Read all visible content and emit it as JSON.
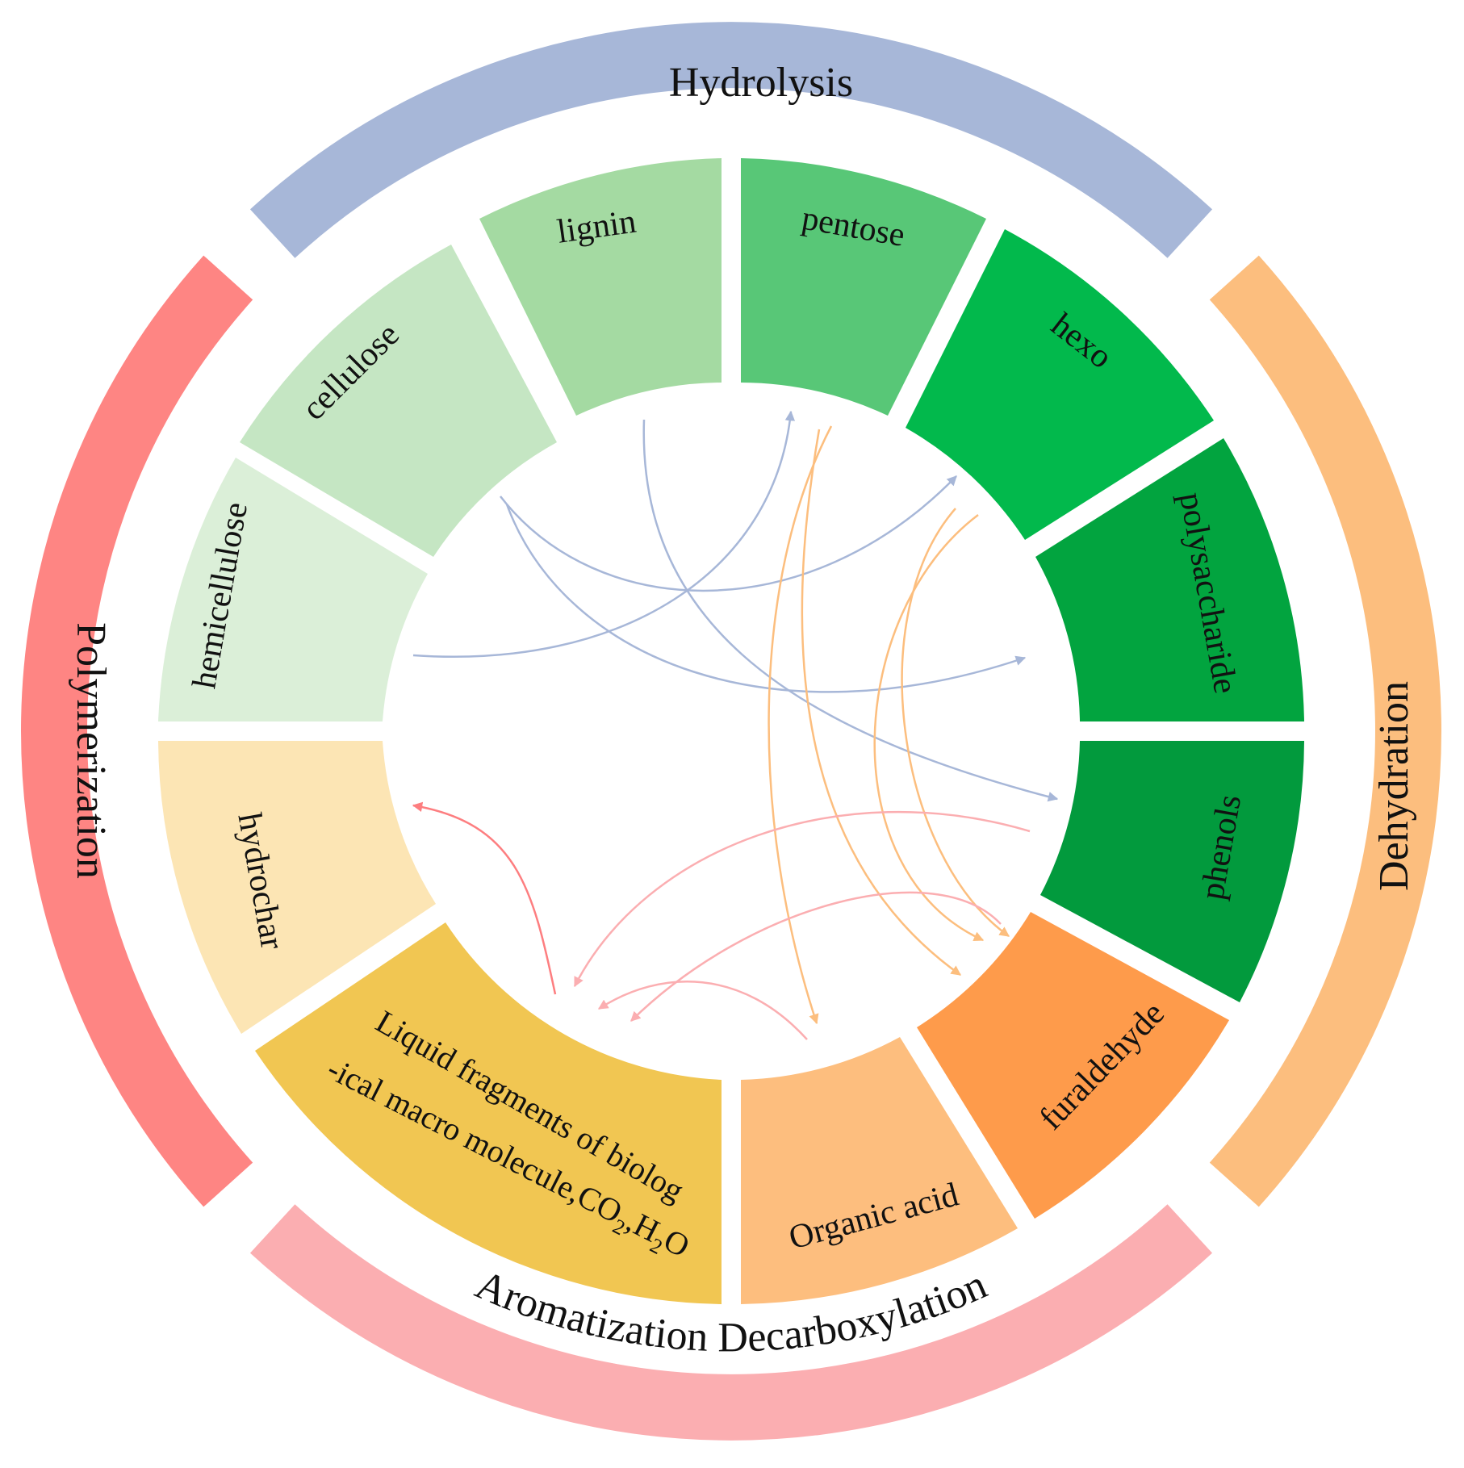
{
  "outer_ring": [
    {
      "id": "hydrolysis",
      "label": "Hydrolysis",
      "color": "#a7b7d8"
    },
    {
      "id": "dehydration",
      "label": "Dehydration",
      "color": "#fcbe7e"
    },
    {
      "id": "aromatization",
      "label": "Aromatization Decarboxylation",
      "color": "#fbaeb1"
    },
    {
      "id": "polymerization",
      "label": "Polymerization",
      "color": "#fe8583"
    }
  ],
  "inner_segments": [
    {
      "id": "lignin",
      "label": "lignin",
      "color": "#a4daa2"
    },
    {
      "id": "pentose",
      "label": "pentose",
      "color": "#58c777"
    },
    {
      "id": "hexo",
      "label": "hexo",
      "color": "#02b94c"
    },
    {
      "id": "polysaccharide",
      "label": "polysaccharide",
      "color": "#02a43f"
    },
    {
      "id": "phenols",
      "label": "phenols",
      "color": "#029a3d"
    },
    {
      "id": "furaldehyde",
      "label": "furaldehyde",
      "color": "#fe9b4b"
    },
    {
      "id": "organic-acid",
      "label": "Organic acid",
      "color": "#fdbe7e"
    },
    {
      "id": "liquid-fragments",
      "label_line1": "Liquid fragments of biolog",
      "label_line2": "-ical macro molecule,CO",
      "sub_2a": "2",
      "comma": ",H",
      "sub_2b": "2",
      "label_end": "O",
      "color": "#f1c652"
    },
    {
      "id": "hydrochar",
      "label": "hydrochar",
      "color": "#fce5b4"
    },
    {
      "id": "hemicellulose",
      "label": "hemicellulose",
      "color": "#dbefd8"
    },
    {
      "id": "cellulose",
      "label": "cellulose",
      "color": "#c5e6c3"
    }
  ],
  "arrow_colors": {
    "hydrolysis": "#a7b7d8",
    "dehydration": "#fcbe7e",
    "aromatization": "#fbaeb1",
    "polymerization": "#fd7e80"
  }
}
